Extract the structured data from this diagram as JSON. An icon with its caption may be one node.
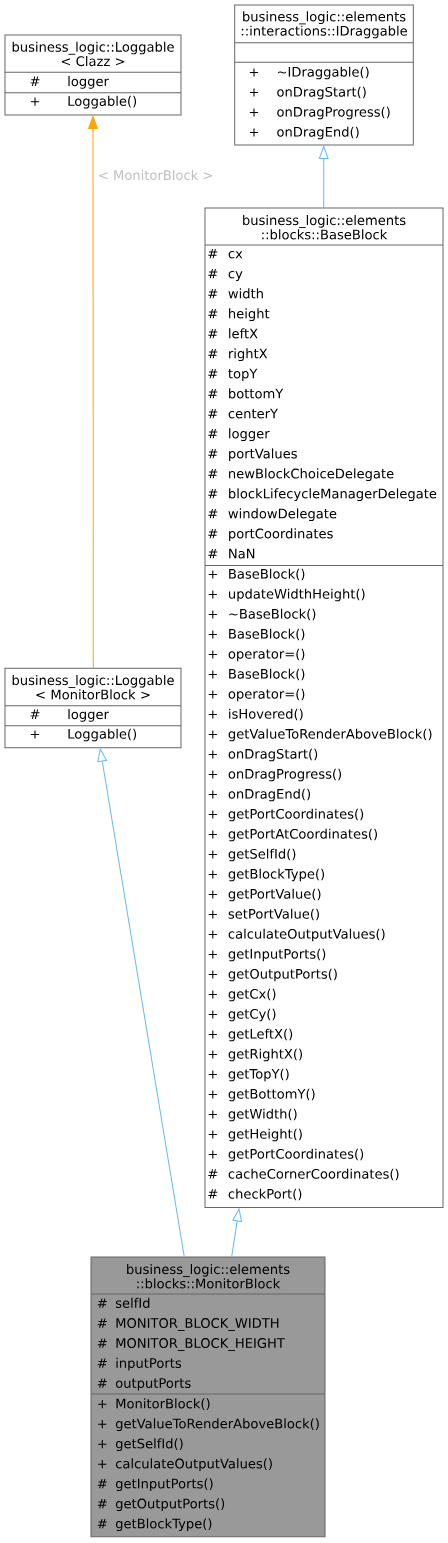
{
  "diagram": {
    "nodes": [
      {
        "text": [
          "business_logic::Loggable < Clazz >",
          "#",
          "logger",
          "+",
          "Loggable()"
        ]
      },
      {
        "text": [
          "business_logic::elements ::interactions::IDraggable",
          "+",
          "~IDraggable()",
          "+",
          "onDragStart()",
          "+",
          "onDragProgress()",
          "+",
          "onDragEnd()"
        ]
      },
      {
        "text": [
          "business_logic::elements ::blocks::BaseBlock",
          "#",
          "cx",
          "#",
          "cy",
          "#",
          "width",
          "#",
          "height",
          "#",
          "leftX",
          "#",
          "rightX",
          "#",
          "topY",
          "#",
          "bottomY",
          "#",
          "centerY",
          "#",
          "logger",
          "#",
          "portValues",
          "#",
          "newBlockChoiceDelegate",
          "#",
          "blockLifecycleManagerDelegate",
          "#",
          "windowDelegate",
          "#",
          "portCoordinates",
          "#",
          "NaN",
          "+",
          "BaseBlock()",
          "+",
          "updateWidthHeight()",
          "+",
          "~BaseBlock()",
          "+",
          "BaseBlock()",
          "+",
          "operator=()",
          "+",
          "BaseBlock()",
          "+",
          "operator=()",
          "+",
          "isHovered()",
          "+",
          "getValueToRenderAboveBlock()",
          "+",
          "onDragStart()",
          "+",
          "onDragProgress()",
          "+",
          "onDragEnd()",
          "+",
          "getPortCoordinates()",
          "+",
          "getPortAtCoordinates()",
          "+",
          "getSelfId()",
          "+",
          "getBlockType()",
          "+",
          "getPortValue()",
          "+",
          "setPortValue()",
          "+",
          "calculateOutputValues()",
          "+",
          "getInputPorts()",
          "+",
          "getOutputPorts()",
          "+",
          "getCx()",
          "+",
          "getCy()",
          "+",
          "getLeftX()",
          "+",
          "getRightX()",
          "+",
          "getTopY()",
          "+",
          "getBottomY()",
          "+",
          "getWidth()",
          "+",
          "getHeight()",
          "+",
          "getPortCoordinates()",
          "#",
          "cacheCornerCoordinates()",
          "#",
          "checkPort()"
        ]
      },
      {
        "text": [
          "business_logic::Loggable < MonitorBlock >",
          "#",
          "logger",
          "+",
          "Loggable()"
        ]
      },
      {
        "text": [
          "business_logic::elements ::blocks::MonitorBlock",
          "#",
          "selfId",
          "#",
          "MONITOR_BLOCK_WIDTH",
          "#",
          "MONITOR_BLOCK_HEIGHT",
          "#",
          "inputPorts",
          "#",
          "outputPorts",
          "+",
          "MonitorBlock()",
          "+",
          "getValueToRenderAboveBlock()",
          "+",
          "getSelfId()",
          "+",
          "calculateOutputValues()",
          "#",
          "getInputPorts()",
          "#",
          "getOutputPorts()",
          "#",
          "getBlockType()"
        ]
      }
    ],
    "edges": [
      {
        "from": 3,
        "to": 0,
        "arrow": "to",
        "label": "< MonitorBlock >",
        "color": "#ffa500"
      },
      {
        "from": 2,
        "to": 1,
        "arrow": "to"
      },
      {
        "from": 4,
        "to": 3,
        "arrow": "to"
      },
      {
        "from": 4,
        "to": 2,
        "arrow": "to"
      }
    ]
  }
}
